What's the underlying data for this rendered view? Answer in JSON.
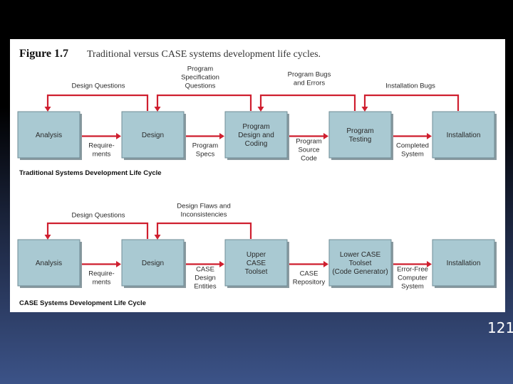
{
  "figure": {
    "number": "Figure 1.7",
    "title": "Traditional versus CASE systems development life cycles."
  },
  "traditional": {
    "caption": "Traditional Systems Development Life Cycle",
    "boxes": [
      [
        "Analysis"
      ],
      [
        "Design"
      ],
      [
        "Program",
        "Design and",
        "Coding"
      ],
      [
        "Program",
        "Testing"
      ],
      [
        "Installation"
      ]
    ],
    "forward_labels": [
      [
        "Require-",
        "ments"
      ],
      [
        "Program",
        "Specs"
      ],
      [
        "Program",
        "Source",
        "Code"
      ],
      [
        "Completed",
        "System"
      ]
    ],
    "feedback_labels": [
      [
        "Design Questions"
      ],
      [
        "Program",
        "Specification",
        "Questions"
      ],
      [
        "Program Bugs",
        "and Errors"
      ],
      [
        "Installation Bugs"
      ]
    ]
  },
  "case": {
    "caption": "CASE Systems Development Life Cycle",
    "boxes": [
      [
        "Analysis"
      ],
      [
        "Design"
      ],
      [
        "Upper",
        "CASE",
        "Toolset"
      ],
      [
        "Lower CASE",
        "Toolset",
        "(Code Generator)"
      ],
      [
        "Installation"
      ]
    ],
    "forward_labels": [
      [
        "Require-",
        "ments"
      ],
      [
        "CASE",
        "Design",
        "Entities"
      ],
      [
        "CASE",
        "Repository"
      ],
      [
        "Error-Free",
        "Computer",
        "System"
      ]
    ],
    "feedback_labels": [
      [
        "Design Questions"
      ],
      [
        "Design Flaws and",
        "Inconsistencies"
      ]
    ]
  },
  "slide_number": "121",
  "colors": {
    "box_fill": "#a9c9d2",
    "box_shadow": "#8a9aa0",
    "arrow": "#cf1f2f",
    "text": "#2a2a2a"
  }
}
